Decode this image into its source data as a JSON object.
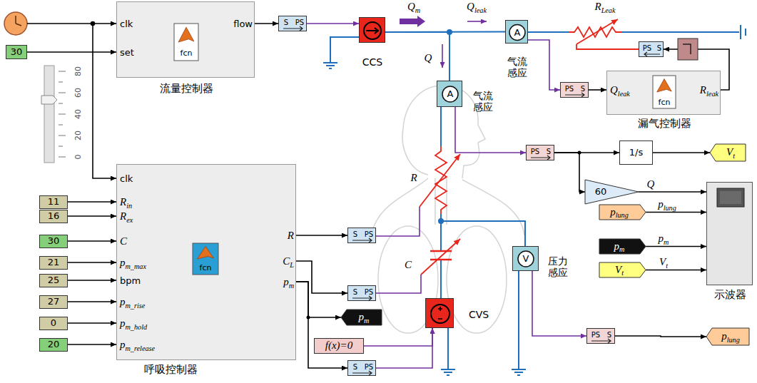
{
  "diagram": {
    "nodes": [
      {
        "text": [
          "30"
        ]
      },
      {
        "text": [
          "clk",
          "set",
          "fcn",
          "flow",
          "流量控制器"
        ]
      },
      {
        "text": [
          "S",
          "PS"
        ]
      },
      {
        "text": [
          "CCS"
        ]
      },
      {
        "text": [
          "A",
          "气流 感应"
        ]
      },
      {
        "text": [
          "PS",
          "S"
        ]
      },
      {
        "text": [
          "Qleak",
          "fcn",
          "Rleak",
          "漏气控制器"
        ]
      },
      {
        "text": [
          "PS",
          "S"
        ]
      },
      {
        "text": [
          "A",
          "气流 感应"
        ]
      },
      {
        "text": [
          "PS",
          "S"
        ]
      },
      {
        "text": [
          "1/s"
        ]
      },
      {
        "text": [
          "Vt"
        ]
      },
      {
        "text": [
          "60"
        ]
      },
      {
        "text": [
          "plung"
        ]
      },
      {
        "text": [
          "pm"
        ]
      },
      {
        "text": [
          "Vt"
        ]
      },
      {
        "text": [
          "示波器"
        ]
      },
      {
        "text": [
          "clk",
          "Rin",
          "Rex",
          "C",
          "pm_max",
          "bpm",
          "pm_rise",
          "pm_hold",
          "pm_release",
          "fcn",
          "R",
          "CL",
          "pm",
          "呼吸控制器"
        ]
      },
      {
        "text": [
          "11"
        ]
      },
      {
        "text": [
          "16"
        ]
      },
      {
        "text": [
          "30"
        ]
      },
      {
        "text": [
          "21"
        ]
      },
      {
        "text": [
          "25"
        ]
      },
      {
        "text": [
          "27"
        ]
      },
      {
        "text": [
          "0"
        ]
      },
      {
        "text": [
          "20"
        ]
      },
      {
        "text": [
          "S",
          "PS"
        ]
      },
      {
        "text": [
          "S",
          "PS"
        ]
      },
      {
        "text": [
          "pm"
        ]
      },
      {
        "text": [
          "f(x)=0"
        ]
      },
      {
        "text": [
          "S",
          "PS"
        ]
      },
      {
        "text": [
          "V",
          "压力 感应"
        ]
      },
      {
        "text": [
          "CVS"
        ]
      },
      {
        "text": [
          "PS",
          "S"
        ]
      },
      {
        "text": [
          "plung"
        ]
      }
    ],
    "edges": [
      {
        "from": 0,
        "to": 1,
        "arrow": "to"
      },
      {
        "from": 1,
        "to": 2,
        "arrow": "to"
      },
      {
        "from": 2,
        "to": 3,
        "arrow": "to"
      },
      {
        "from": 3,
        "to": 4,
        "arrow": "none"
      },
      {
        "from": 3,
        "to": 8,
        "arrow": "none"
      },
      {
        "from": 4,
        "to": 7,
        "arrow": "to"
      },
      {
        "from": 7,
        "to": 6,
        "arrow": "to"
      },
      {
        "from": 6,
        "to": 5,
        "arrow": "to"
      },
      {
        "from": 8,
        "to": 9,
        "arrow": "to"
      },
      {
        "from": 9,
        "to": 10,
        "arrow": "to"
      },
      {
        "from": 10,
        "to": 11,
        "arrow": "to"
      },
      {
        "from": 9,
        "to": 12,
        "arrow": "to"
      },
      {
        "from": 12,
        "to": 16,
        "arrow": "to",
        "label": "Q"
      },
      {
        "from": 13,
        "to": 16,
        "arrow": "to",
        "label": "plung"
      },
      {
        "from": 14,
        "to": 16,
        "arrow": "to",
        "label": "pm"
      },
      {
        "from": 15,
        "to": 16,
        "arrow": "to",
        "label": "Vt"
      },
      {
        "from": 18,
        "to": 17,
        "arrow": "to"
      },
      {
        "from": 19,
        "to": 17,
        "arrow": "to"
      },
      {
        "from": 20,
        "to": 17,
        "arrow": "to"
      },
      {
        "from": 21,
        "to": 17,
        "arrow": "to"
      },
      {
        "from": 22,
        "to": 17,
        "arrow": "to"
      },
      {
        "from": 23,
        "to": 17,
        "arrow": "to"
      },
      {
        "from": 24,
        "to": 17,
        "arrow": "to"
      },
      {
        "from": 25,
        "to": 17,
        "arrow": "to"
      },
      {
        "from": 17,
        "to": 26,
        "arrow": "to"
      },
      {
        "from": 17,
        "to": 27,
        "arrow": "to"
      },
      {
        "from": 17,
        "to": 28,
        "arrow": "to"
      },
      {
        "from": 17,
        "to": 30,
        "arrow": "to"
      },
      {
        "from": 29,
        "to": 32,
        "arrow": "to"
      },
      {
        "from": 30,
        "to": 32,
        "arrow": "to"
      },
      {
        "from": 31,
        "to": 33,
        "arrow": "to"
      },
      {
        "from": 33,
        "to": 34,
        "arrow": "to"
      }
    ],
    "labels": [
      "Qm",
      "Qleak",
      "Q",
      "RLeak",
      "R",
      "C",
      "80",
      "60",
      "40",
      "20",
      "0"
    ]
  }
}
